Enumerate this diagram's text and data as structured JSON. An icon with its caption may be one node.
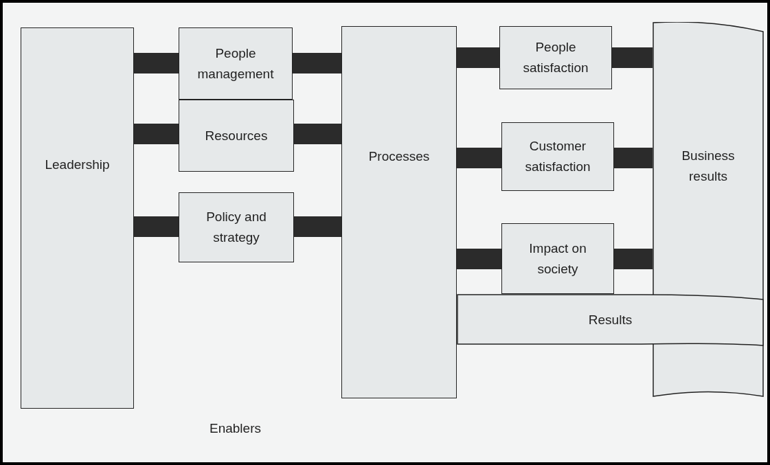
{
  "diagram": {
    "nodes": [
      {
        "text": [
          "Leadership"
        ]
      },
      {
        "text": [
          "People management"
        ]
      },
      {
        "text": [
          "Resources"
        ]
      },
      {
        "text": [
          "Policy and strategy"
        ]
      },
      {
        "text": [
          "Processes"
        ]
      },
      {
        "text": [
          "People satisfaction"
        ]
      },
      {
        "text": [
          "Customer satisfaction"
        ]
      },
      {
        "text": [
          "Impact on society"
        ]
      },
      {
        "text": [
          "Business results"
        ]
      },
      {
        "text": [
          "Results"
        ]
      }
    ],
    "edges": [
      {
        "from": 0,
        "to": 1,
        "arrow": "none"
      },
      {
        "from": 1,
        "to": 4,
        "arrow": "none"
      },
      {
        "from": 0,
        "to": 2,
        "arrow": "none"
      },
      {
        "from": 2,
        "to": 4,
        "arrow": "none"
      },
      {
        "from": 0,
        "to": 3,
        "arrow": "none"
      },
      {
        "from": 3,
        "to": 4,
        "arrow": "none"
      },
      {
        "from": 4,
        "to": 5,
        "arrow": "none"
      },
      {
        "from": 5,
        "to": 8,
        "arrow": "none"
      },
      {
        "from": 4,
        "to": 6,
        "arrow": "none"
      },
      {
        "from": 6,
        "to": 8,
        "arrow": "none"
      },
      {
        "from": 4,
        "to": 7,
        "arrow": "none"
      },
      {
        "from": 7,
        "to": 8,
        "arrow": "none"
      }
    ],
    "labels": [
      "Enablers"
    ]
  }
}
